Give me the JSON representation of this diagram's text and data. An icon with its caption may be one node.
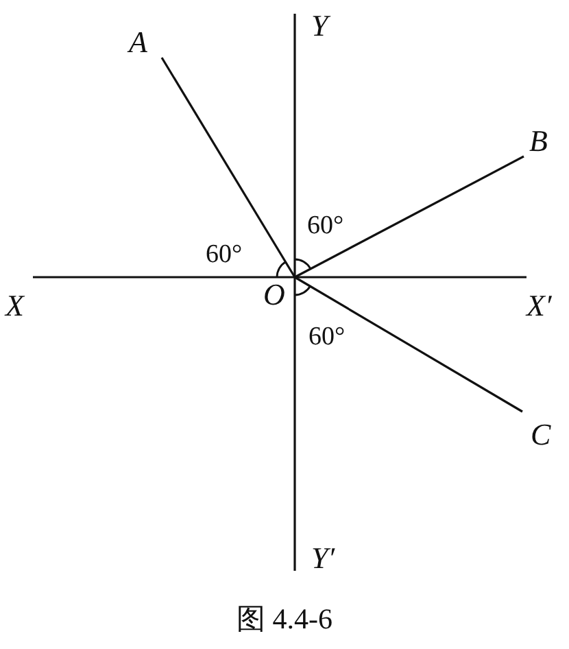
{
  "diagram": {
    "caption": "图 4.4-6",
    "nodes": [
      {
        "text": [
          "A"
        ]
      },
      {
        "text": [
          "Y"
        ]
      },
      {
        "text": [
          "B"
        ]
      },
      {
        "text": [
          "X"
        ]
      },
      {
        "text": [
          "O"
        ]
      },
      {
        "text": [
          "X′"
        ]
      },
      {
        "text": [
          "C"
        ]
      },
      {
        "text": [
          "Y′"
        ]
      }
    ],
    "edges": [
      {
        "from": 3,
        "to": 5,
        "arrow": "none"
      },
      {
        "from": 1,
        "to": 7,
        "arrow": "none"
      },
      {
        "from": 4,
        "to": 0,
        "arrow": "none"
      },
      {
        "from": 4,
        "to": 2,
        "arrow": "none"
      },
      {
        "from": 4,
        "to": 6,
        "arrow": "none"
      }
    ],
    "labels": [
      "60°",
      "60°",
      "60°"
    ]
  }
}
